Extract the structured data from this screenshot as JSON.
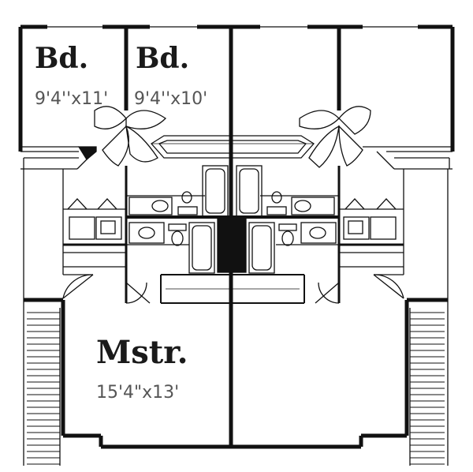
{
  "rooms": [
    {
      "name": "Bd.",
      "dims": "9'4''x11'"
    },
    {
      "name": "Bd.",
      "dims": "9'4''x10'"
    },
    {
      "name": "Mstr.",
      "dims": "15'4\"x13'"
    }
  ],
  "colors": {
    "ink": "#111111",
    "text": "#1a1a1a",
    "dim": "#555555",
    "paper": "#ffffff"
  }
}
